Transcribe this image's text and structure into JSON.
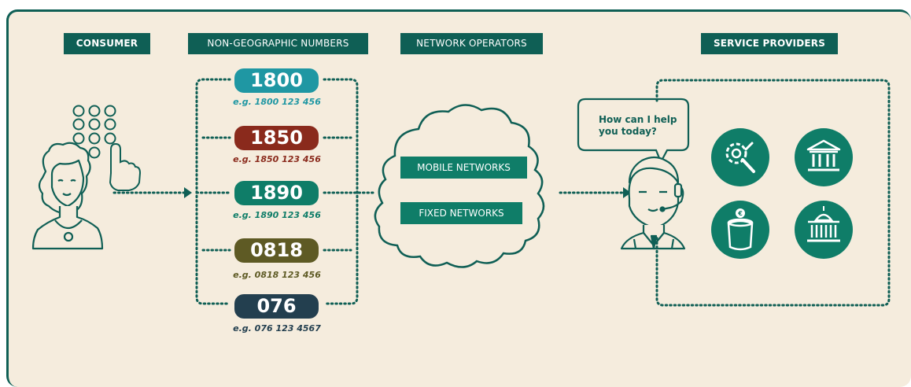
{
  "headers": {
    "consumer": "CONSUMER",
    "non_geographic": "NON-GEOGRAPHIC NUMBERS",
    "network_operators": "NETWORK OPERATORS",
    "service_providers": "SERVICE PROVIDERS"
  },
  "numbers": [
    {
      "prefix": "1800",
      "example": "e.g. 1800 123 456",
      "color": "#1f97a3"
    },
    {
      "prefix": "1850",
      "example": "e.g. 1850 123 456",
      "color": "#8a2a1c"
    },
    {
      "prefix": "1890",
      "example": "e.g. 1890 123 456",
      "color": "#0f7d68"
    },
    {
      "prefix": "0818",
      "example": "e.g. 0818 123 456",
      "color": "#5e5a24"
    },
    {
      "prefix": "076",
      "example": "e.g. 076 123 4567",
      "color": "#233f4f"
    }
  ],
  "networks": {
    "mobile": "MOBILE NETWORKS",
    "fixed": "FIXED NETWORKS"
  },
  "bubble": {
    "line1": "How can I help",
    "line2": "you today?"
  },
  "colors": {
    "primary": "#0f5f55",
    "accent": "#0f7d68",
    "background": "#f5ecdd"
  }
}
